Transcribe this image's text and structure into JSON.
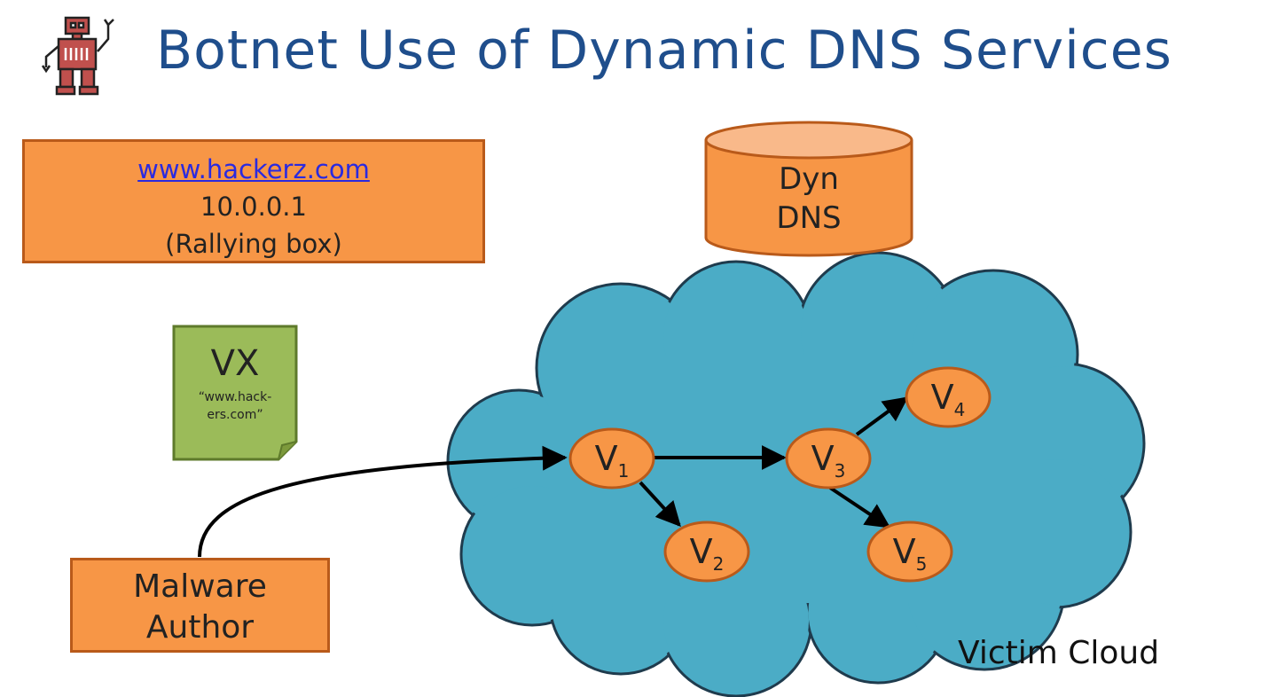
{
  "title": "Botnet Use of Dynamic DNS Services",
  "colors": {
    "title": "#1f4e8c",
    "box_fill": "#f79646",
    "box_border": "#b95a1a",
    "cloud_fill": "#4bacc6",
    "note_fill": "#9bbb59",
    "link": "#2a2ae0"
  },
  "rallying_box": {
    "url": "www.hackerz.com",
    "ip": "10.0.0.1",
    "label": "(Rallying box)"
  },
  "dyn_dns": {
    "line1": "Dyn",
    "line2": "DNS"
  },
  "vx_note": {
    "title": "VX",
    "line1": "“www.hack-",
    "line2": "ers.com”"
  },
  "malware_author": {
    "line1": "Malware",
    "line2": "Author"
  },
  "cloud_label": "Victim Cloud",
  "nodes": [
    {
      "id": "v1",
      "letter": "V",
      "index": "1"
    },
    {
      "id": "v2",
      "letter": "V",
      "index": "2"
    },
    {
      "id": "v3",
      "letter": "V",
      "index": "3"
    },
    {
      "id": "v4",
      "letter": "V",
      "index": "4"
    },
    {
      "id": "v5",
      "letter": "V",
      "index": "5"
    }
  ],
  "edges": [
    {
      "from": "author",
      "to": "v1"
    },
    {
      "from": "v1",
      "to": "v3"
    },
    {
      "from": "v1",
      "to": "v2"
    },
    {
      "from": "v3",
      "to": "v4"
    },
    {
      "from": "v3",
      "to": "v5"
    }
  ]
}
